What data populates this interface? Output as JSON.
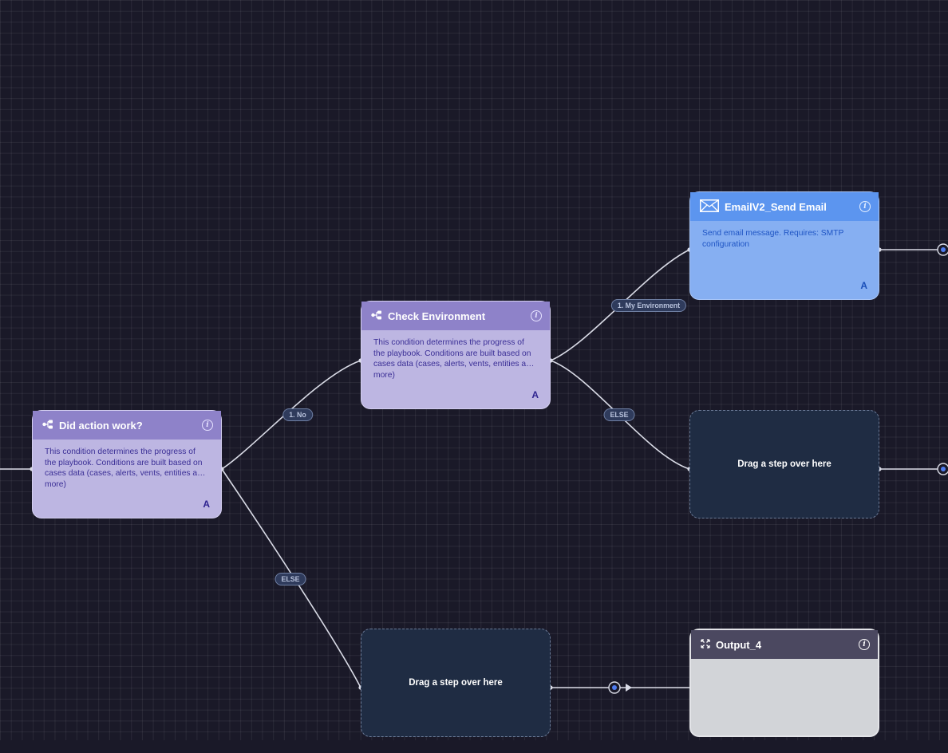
{
  "colors": {
    "canvas_bg": "#1a1928",
    "condition_header": "#8e82c9",
    "condition_body": "#bdb6e2",
    "action_header": "#5c95ef",
    "action_body": "#86aff2",
    "placeholder_bg": "#1f2c43",
    "output_header": "#4b4860",
    "output_body": "#d2d4d8",
    "edge": "#d9dbe6",
    "port_accent": "#4f7cf0"
  },
  "nodes": {
    "did_action_work": {
      "icon": "condition-branch-icon",
      "title": "Did action work?",
      "description": "This condition determines the progress of the playbook. Conditions are built based on cases data (cases, alerts, vents, entities and more)",
      "badge": "A"
    },
    "check_environment": {
      "icon": "condition-branch-icon",
      "title": "Check Environment",
      "description": "This condition determines the progress of the playbook. Conditions are built based on cases data (cases, alerts, vents, entities and more)",
      "badge": "A"
    },
    "email_send": {
      "icon": "envelope-icon",
      "title": "EmailV2_Send Email",
      "description": "Send email message. Requires: SMTP configuration",
      "badge": "A"
    },
    "placeholder_else_env": {
      "text": "Drag a step over here"
    },
    "placeholder_else_action": {
      "text": "Drag a step over here"
    },
    "output_4": {
      "icon": "output-expand-icon",
      "title": "Output_4"
    }
  },
  "edge_labels": {
    "no": "1. No",
    "else_action": "ELSE",
    "my_environment": "1. My Environment",
    "else_env": "ELSE"
  }
}
